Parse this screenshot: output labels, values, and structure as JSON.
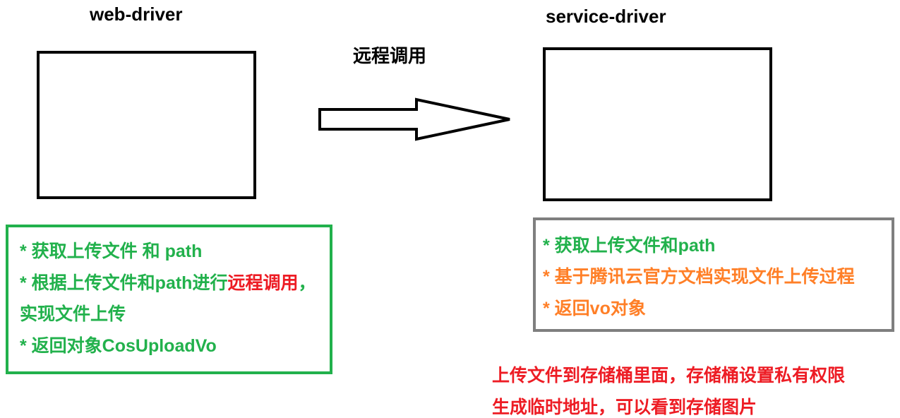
{
  "web_driver": {
    "title": "web-driver"
  },
  "service_driver": {
    "title": "service-driver"
  },
  "arrow": {
    "label": "远程调用"
  },
  "web_notes": {
    "line1": "* 获取上传文件 和 path",
    "line2_prefix": "* 根据上传文件和path进行",
    "line2_highlight": "远程调用",
    "line2_suffix": "，",
    "line3": "实现文件上传",
    "line4": "* 返回对象CosUploadVo"
  },
  "service_notes": {
    "line1": "* 获取上传文件和path",
    "line2": "* 基于腾讯云官方文档实现文件上传过程",
    "line3": "* 返回vo对象"
  },
  "storage_note": {
    "line1": "上传文件到存储桶里面，存储桶设置私有权限",
    "line2": "生成临时地址，可以看到存储图片"
  },
  "colors": {
    "green": "#22b14c",
    "orange": "#ff7f27",
    "red": "#ed1c24",
    "gray": "#7f7f7f",
    "black": "#000000"
  }
}
